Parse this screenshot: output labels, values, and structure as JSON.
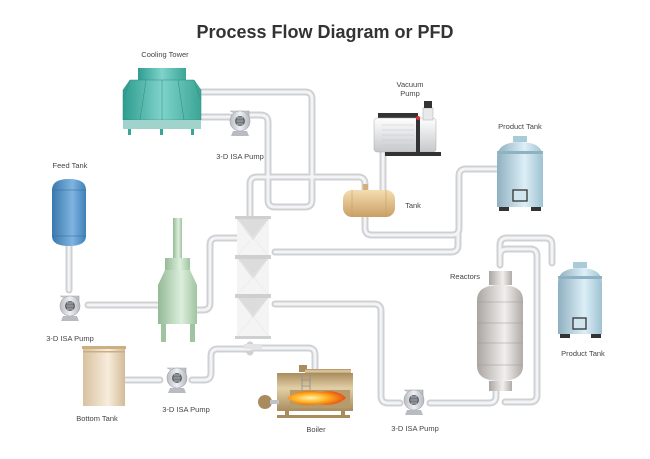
{
  "title": "Process Flow Diagram or PFD",
  "labels": {
    "cooling_tower": "Cooling Tower",
    "pump_top": "3-D ISA Pump",
    "vacuum_pump": "Vacuum\nPump",
    "tank": "Tank",
    "product_tank_top": "Product Tank",
    "feed_tank": "Feed Tank",
    "pump_left": "3-D ISA Pump",
    "reactors": "Reactors",
    "product_tank_right": "Product Tank",
    "bottom_tank": "Bottom Tank",
    "pump_bottom": "3-D ISA Pump",
    "boiler": "Boiler",
    "pump_right": "3-D ISA Pump"
  },
  "colors": {
    "pipe": "#e3e4e6",
    "pipe_edge": "#c9cbce",
    "cooling_tower": "#4fb8ad",
    "feed_tank": "#4a8fc8",
    "product_tank": "#b5d4e0",
    "stripper": "#b7d6b8",
    "tank": "#e2c08c",
    "bottom_tank": "#e8d6b8",
    "boiler": "#bfa57a",
    "reactor": "#cfcac6"
  }
}
